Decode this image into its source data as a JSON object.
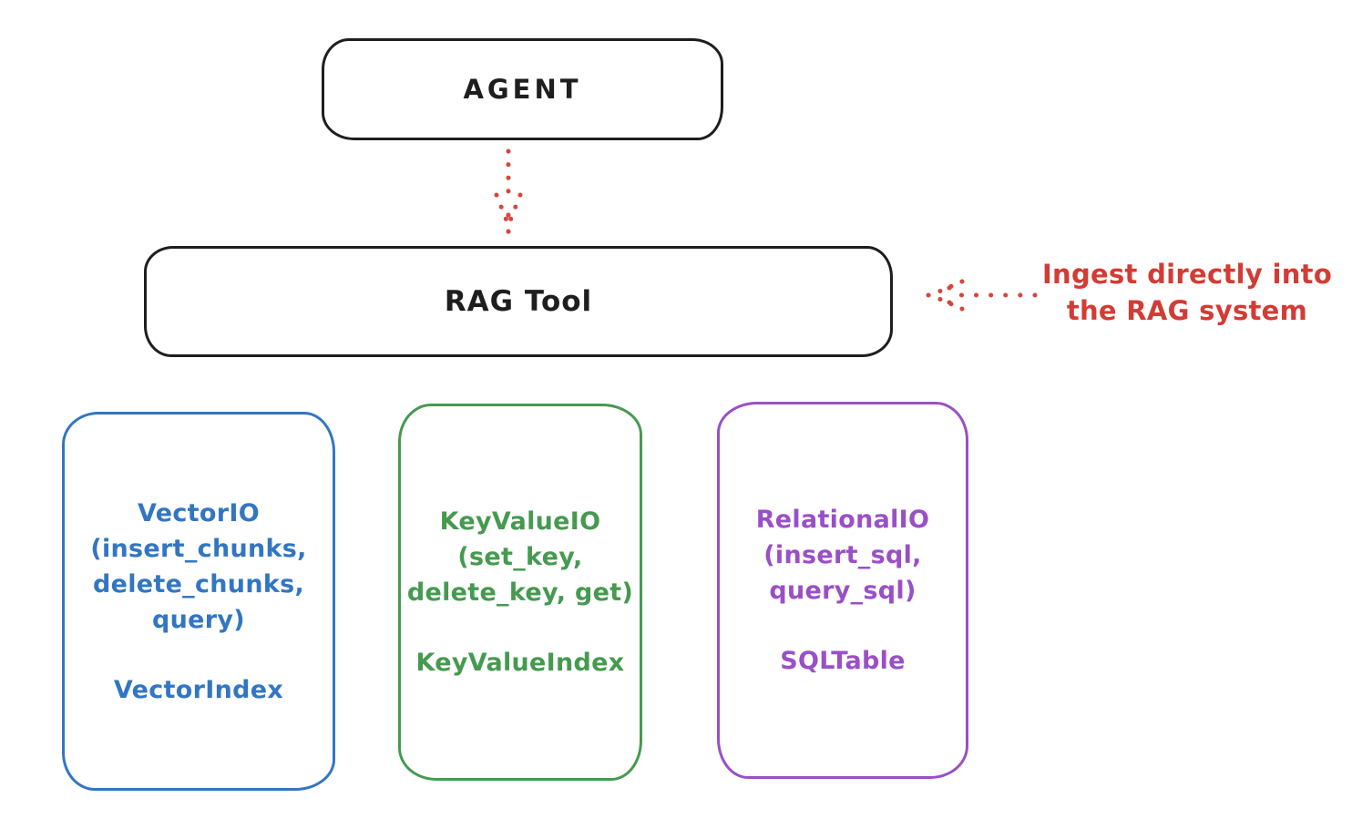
{
  "canvas": {
    "background": "#ffffff",
    "stroke_black": "#1e1e1e",
    "accent_red": "#d23c34",
    "accent_blue": "#3276c3",
    "accent_green": "#459a50",
    "accent_purple": "#9a4fc7"
  },
  "agent_box": {
    "label": "AGENT"
  },
  "rag_tool_box": {
    "label": "RAG Tool"
  },
  "annotation": {
    "lines": [
      "Ingest directly into",
      "the RAG system"
    ],
    "color": "#d23c34"
  },
  "arrows": [
    {
      "name": "agent-to-rag-tool",
      "style": "dotted",
      "color": "#d23c34",
      "direction": "down"
    },
    {
      "name": "annotation-to-rag-tool",
      "style": "dotted",
      "color": "#d23c34",
      "direction": "left"
    }
  ],
  "io_boxes": [
    {
      "name": "vector-io",
      "color": "#3276c3",
      "lines": [
        "VectorIO",
        "(insert_chunks,",
        "delete_chunks,",
        "query)"
      ],
      "index_label": "VectorIndex"
    },
    {
      "name": "keyvalue-io",
      "color": "#459a50",
      "lines": [
        "KeyValueIO",
        "(set_key,",
        "delete_key, get)"
      ],
      "index_label": "KeyValueIndex"
    },
    {
      "name": "relational-io",
      "color": "#9a4fc7",
      "lines": [
        "RelationalIO",
        "(insert_sql,",
        "query_sql)"
      ],
      "index_label": "SQLTable"
    }
  ]
}
